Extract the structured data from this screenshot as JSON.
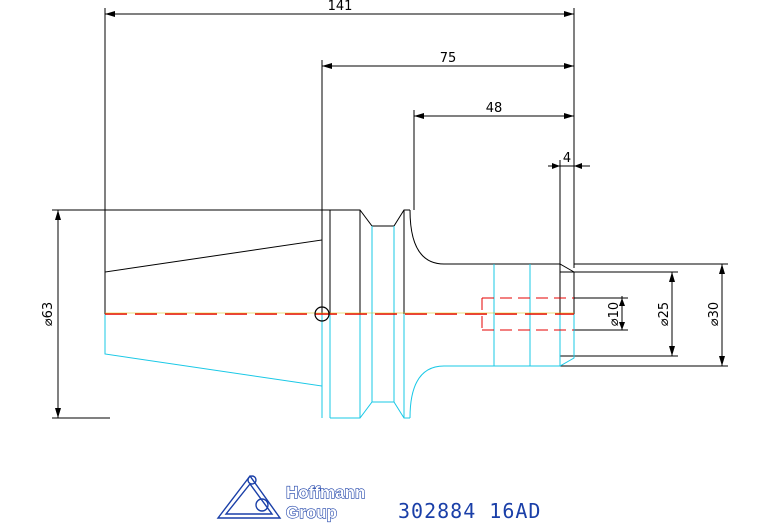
{
  "drawing": {
    "colors": {
      "outline": "#000000",
      "section": "#19c8e6",
      "centerline": "#e60000",
      "accent": "#1a3fa8"
    },
    "dimensions": {
      "overall_length": "141",
      "body_length": "75",
      "flange_length": "48",
      "tip_length": "4",
      "flange_diameter": "⌀63",
      "bore_diameter": "⌀10",
      "inner_diameter": "⌀25",
      "shank_diameter": "⌀30"
    },
    "title_block": {
      "logo_line1": "Hoffmann",
      "logo_line2": "Group",
      "part_number": "302884 16AD"
    }
  }
}
